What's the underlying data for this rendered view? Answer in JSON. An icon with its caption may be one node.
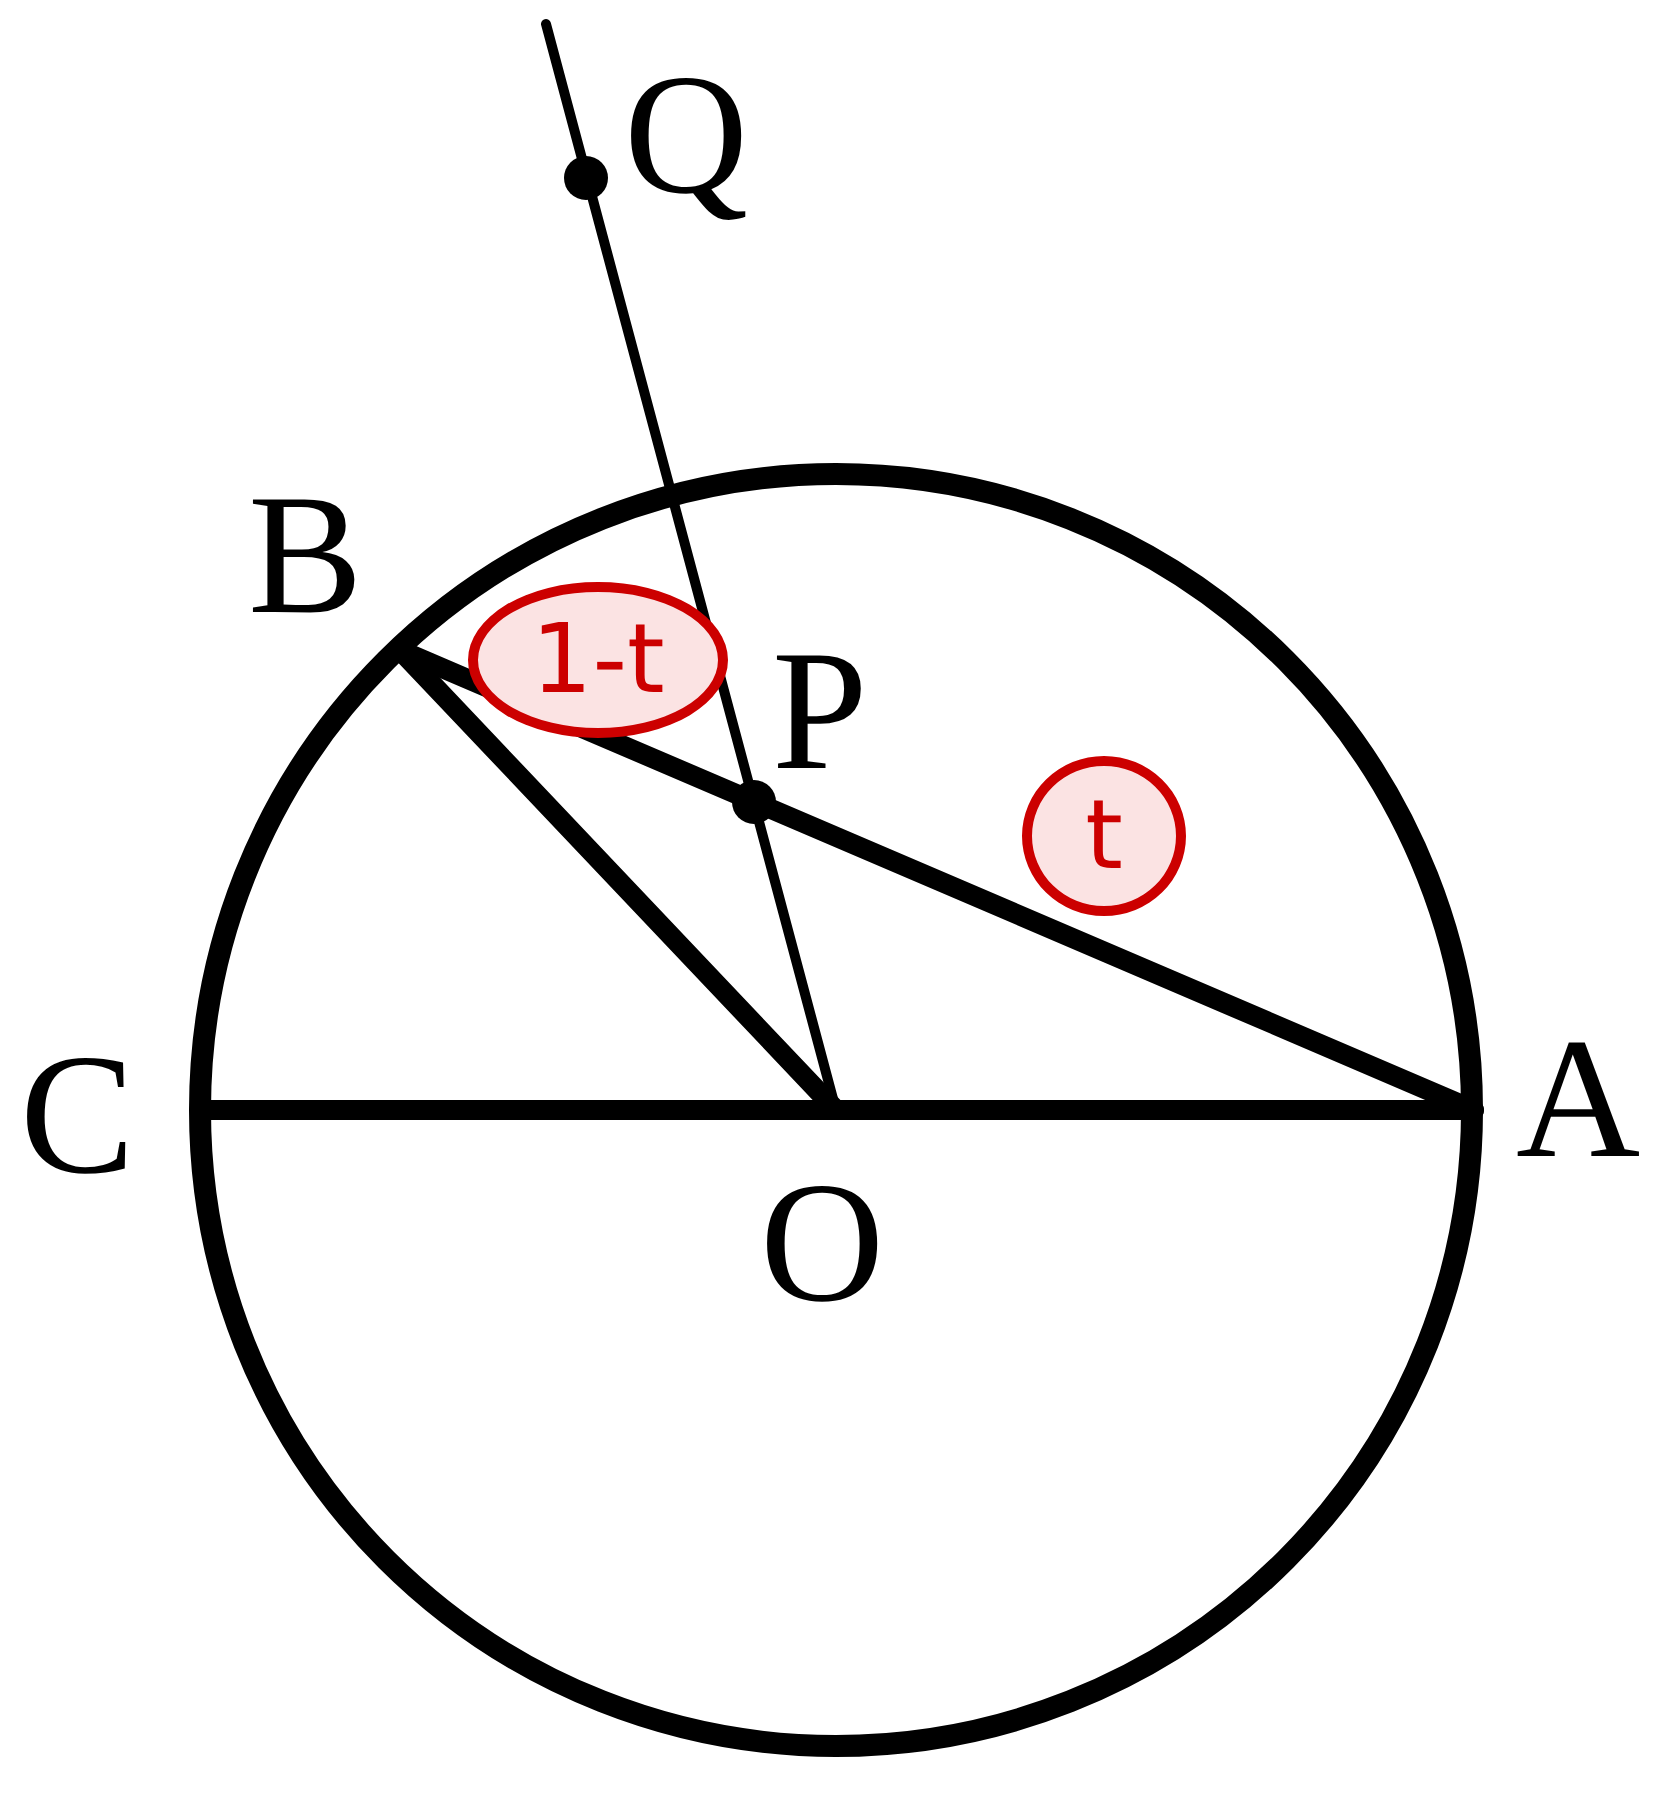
{
  "diagram": {
    "nodes": [
      {
        "text": [
          "1-t"
        ]
      },
      {
        "text": [
          "t"
        ]
      }
    ],
    "labels": [
      "Q",
      "B",
      "P",
      "C",
      "A",
      "O"
    ]
  }
}
